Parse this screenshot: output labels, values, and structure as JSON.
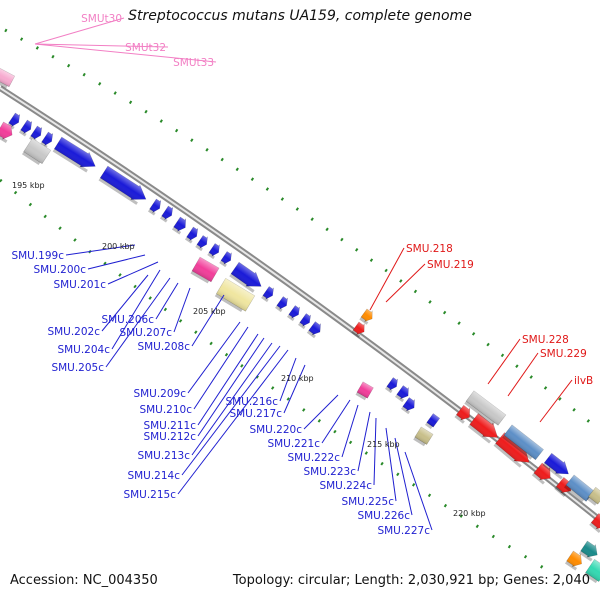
{
  "title": "Streptococcus mutans UA159, complete genome",
  "footer": {
    "accession": "Accession: NC_004350",
    "summary": "Topology: circular; Length: 2,030,921 bp; Genes: 2,040"
  },
  "colors": {
    "minus_strand": "#1a1ad8",
    "plus_strand": "#ee1c1c",
    "trna": "#f23e9a",
    "trna_pale": "#f7a9cf",
    "other_pale": "#f0e6a0",
    "grey": "#c8c8c8",
    "khaki": "#c8bf8a",
    "orange": "#ff8c00",
    "steel": "#5d8fc7",
    "backbone": "#999999",
    "ticks": "#2a8a2a"
  },
  "scale_labels": [
    "195 kbp",
    "200 kbp",
    "205 kbp",
    "210 kbp",
    "215 kbp",
    "220 kbp"
  ],
  "labels_pink": [
    "SMUt30",
    "SMUt32",
    "SMUt33"
  ],
  "labels_red": [
    "SMU.218",
    "SMU.219",
    "SMU.228",
    "SMU.229",
    "ilvB"
  ],
  "labels_blue": [
    "SMU.199c",
    "SMU.200c",
    "SMU.201c",
    "SMU.202c",
    "SMU.204c",
    "SMU.205c",
    "SMU.206c",
    "SMU.207c",
    "SMU.208c",
    "SMU.209c",
    "SMU.210c",
    "SMU.211c",
    "SMU.212c",
    "SMU.213c",
    "SMU.214c",
    "SMU.215c",
    "SMU.216c",
    "SMU.217c",
    "SMU.220c",
    "SMU.221c",
    "SMU.222c",
    "SMU.223c",
    "SMU.224c",
    "SMU.225c",
    "SMU.226c",
    "SMU.227c"
  ]
}
